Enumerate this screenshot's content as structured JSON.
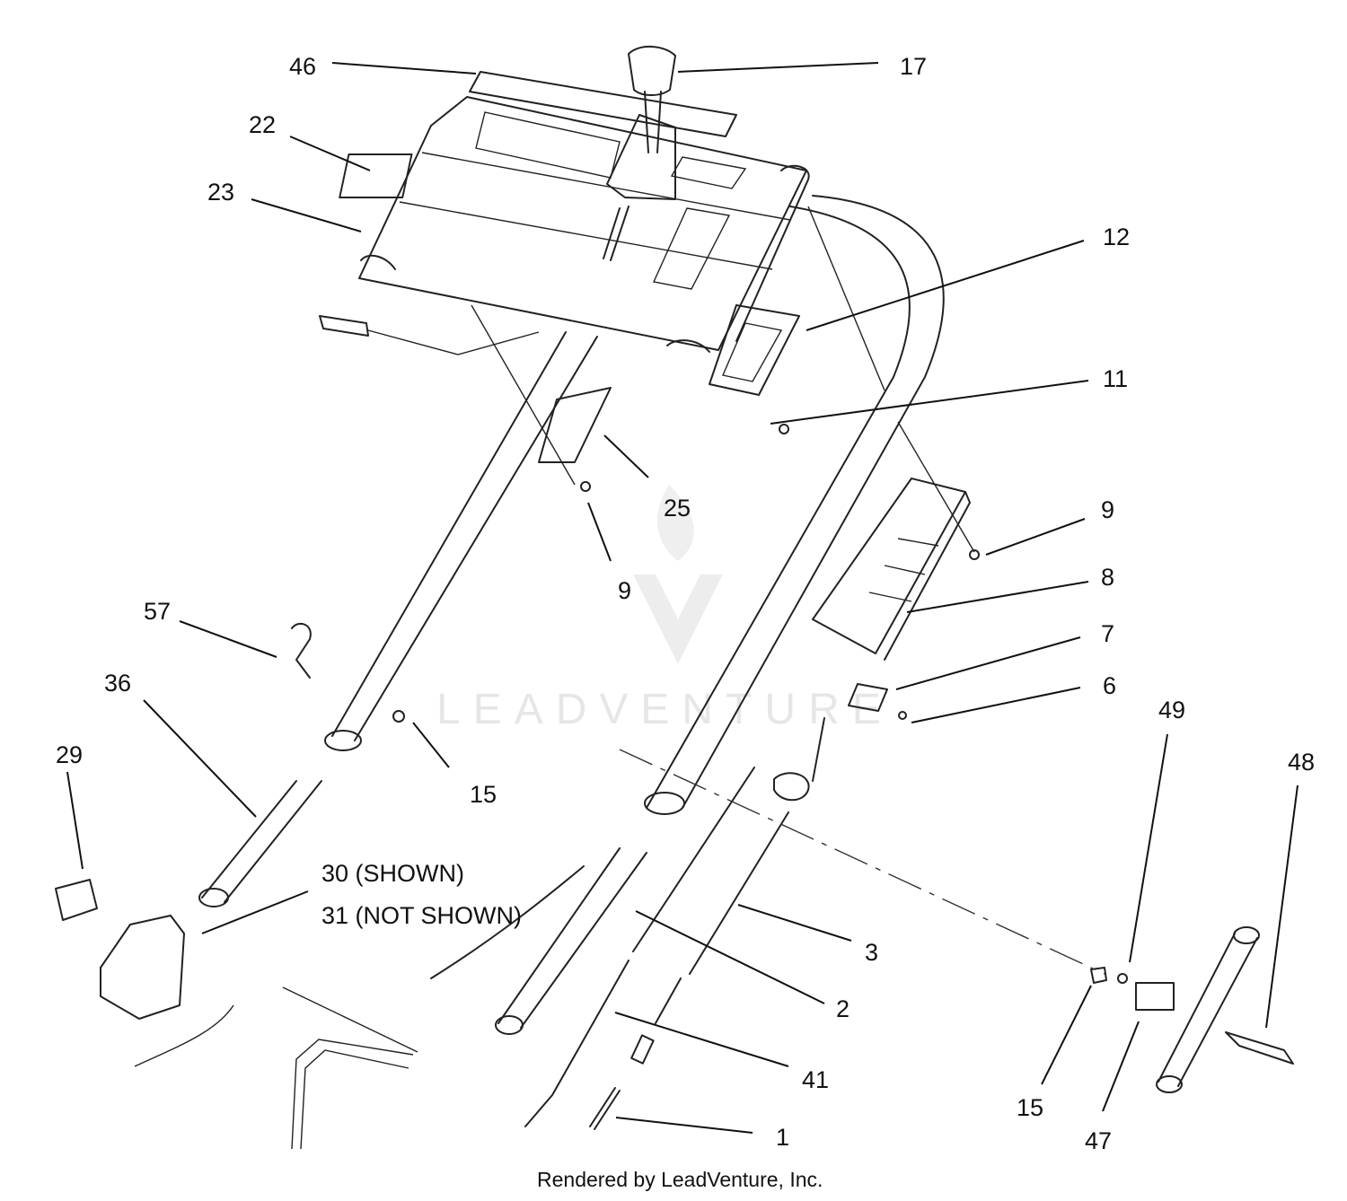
{
  "watermark": {
    "brand": "LEADVENTURE"
  },
  "footer": {
    "credit": "Rendered by LeadVenture, Inc."
  },
  "callouts": [
    {
      "id": "c46",
      "text": "46"
    },
    {
      "id": "c17",
      "text": "17"
    },
    {
      "id": "c22",
      "text": "22"
    },
    {
      "id": "c23",
      "text": "23"
    },
    {
      "id": "c12",
      "text": "12"
    },
    {
      "id": "c11",
      "text": "11"
    },
    {
      "id": "c25",
      "text": "25"
    },
    {
      "id": "c9a",
      "text": "9"
    },
    {
      "id": "c9b",
      "text": "9"
    },
    {
      "id": "c8",
      "text": "8"
    },
    {
      "id": "c7",
      "text": "7"
    },
    {
      "id": "c6",
      "text": "6"
    },
    {
      "id": "c57",
      "text": "57"
    },
    {
      "id": "c36",
      "text": "36"
    },
    {
      "id": "c29",
      "text": "29"
    },
    {
      "id": "c15a",
      "text": "15"
    },
    {
      "id": "c30",
      "text": "30 (SHOWN)"
    },
    {
      "id": "c31",
      "text": "31 (NOT SHOWN)"
    },
    {
      "id": "c49",
      "text": "49"
    },
    {
      "id": "c48",
      "text": "48"
    },
    {
      "id": "c3",
      "text": "3"
    },
    {
      "id": "c2",
      "text": "2"
    },
    {
      "id": "c41",
      "text": "41"
    },
    {
      "id": "c1",
      "text": "1"
    },
    {
      "id": "c15b",
      "text": "15"
    },
    {
      "id": "c47",
      "text": "47"
    }
  ]
}
